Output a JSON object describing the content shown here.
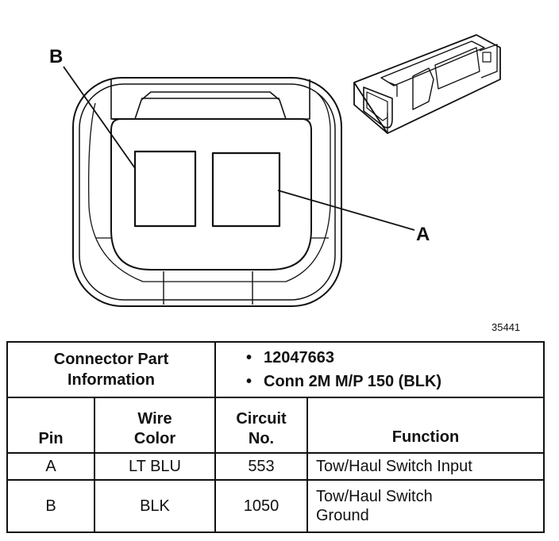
{
  "diagram": {
    "callout_b": "B",
    "callout_a": "A",
    "figure_number": "35441"
  },
  "info_table": {
    "part_info_header": [
      "Connector Part",
      "Information"
    ],
    "part_info_items": [
      "12047663",
      "Conn 2M M/P 150 (BLK)"
    ],
    "bullet_glyph": "•",
    "columns": {
      "pin": "Pin",
      "wire_color": [
        "Wire",
        "Color"
      ],
      "circuit_no": [
        "Circuit",
        "No."
      ],
      "function": "Function"
    },
    "rows": [
      {
        "pin": "A",
        "wire_color": "LT BLU",
        "circuit": "553",
        "function": [
          "Tow/Haul Switch Input"
        ]
      },
      {
        "pin": "B",
        "wire_color": "BLK",
        "circuit": "1050",
        "function": [
          "Tow/Haul Switch",
          "Ground"
        ]
      }
    ]
  }
}
